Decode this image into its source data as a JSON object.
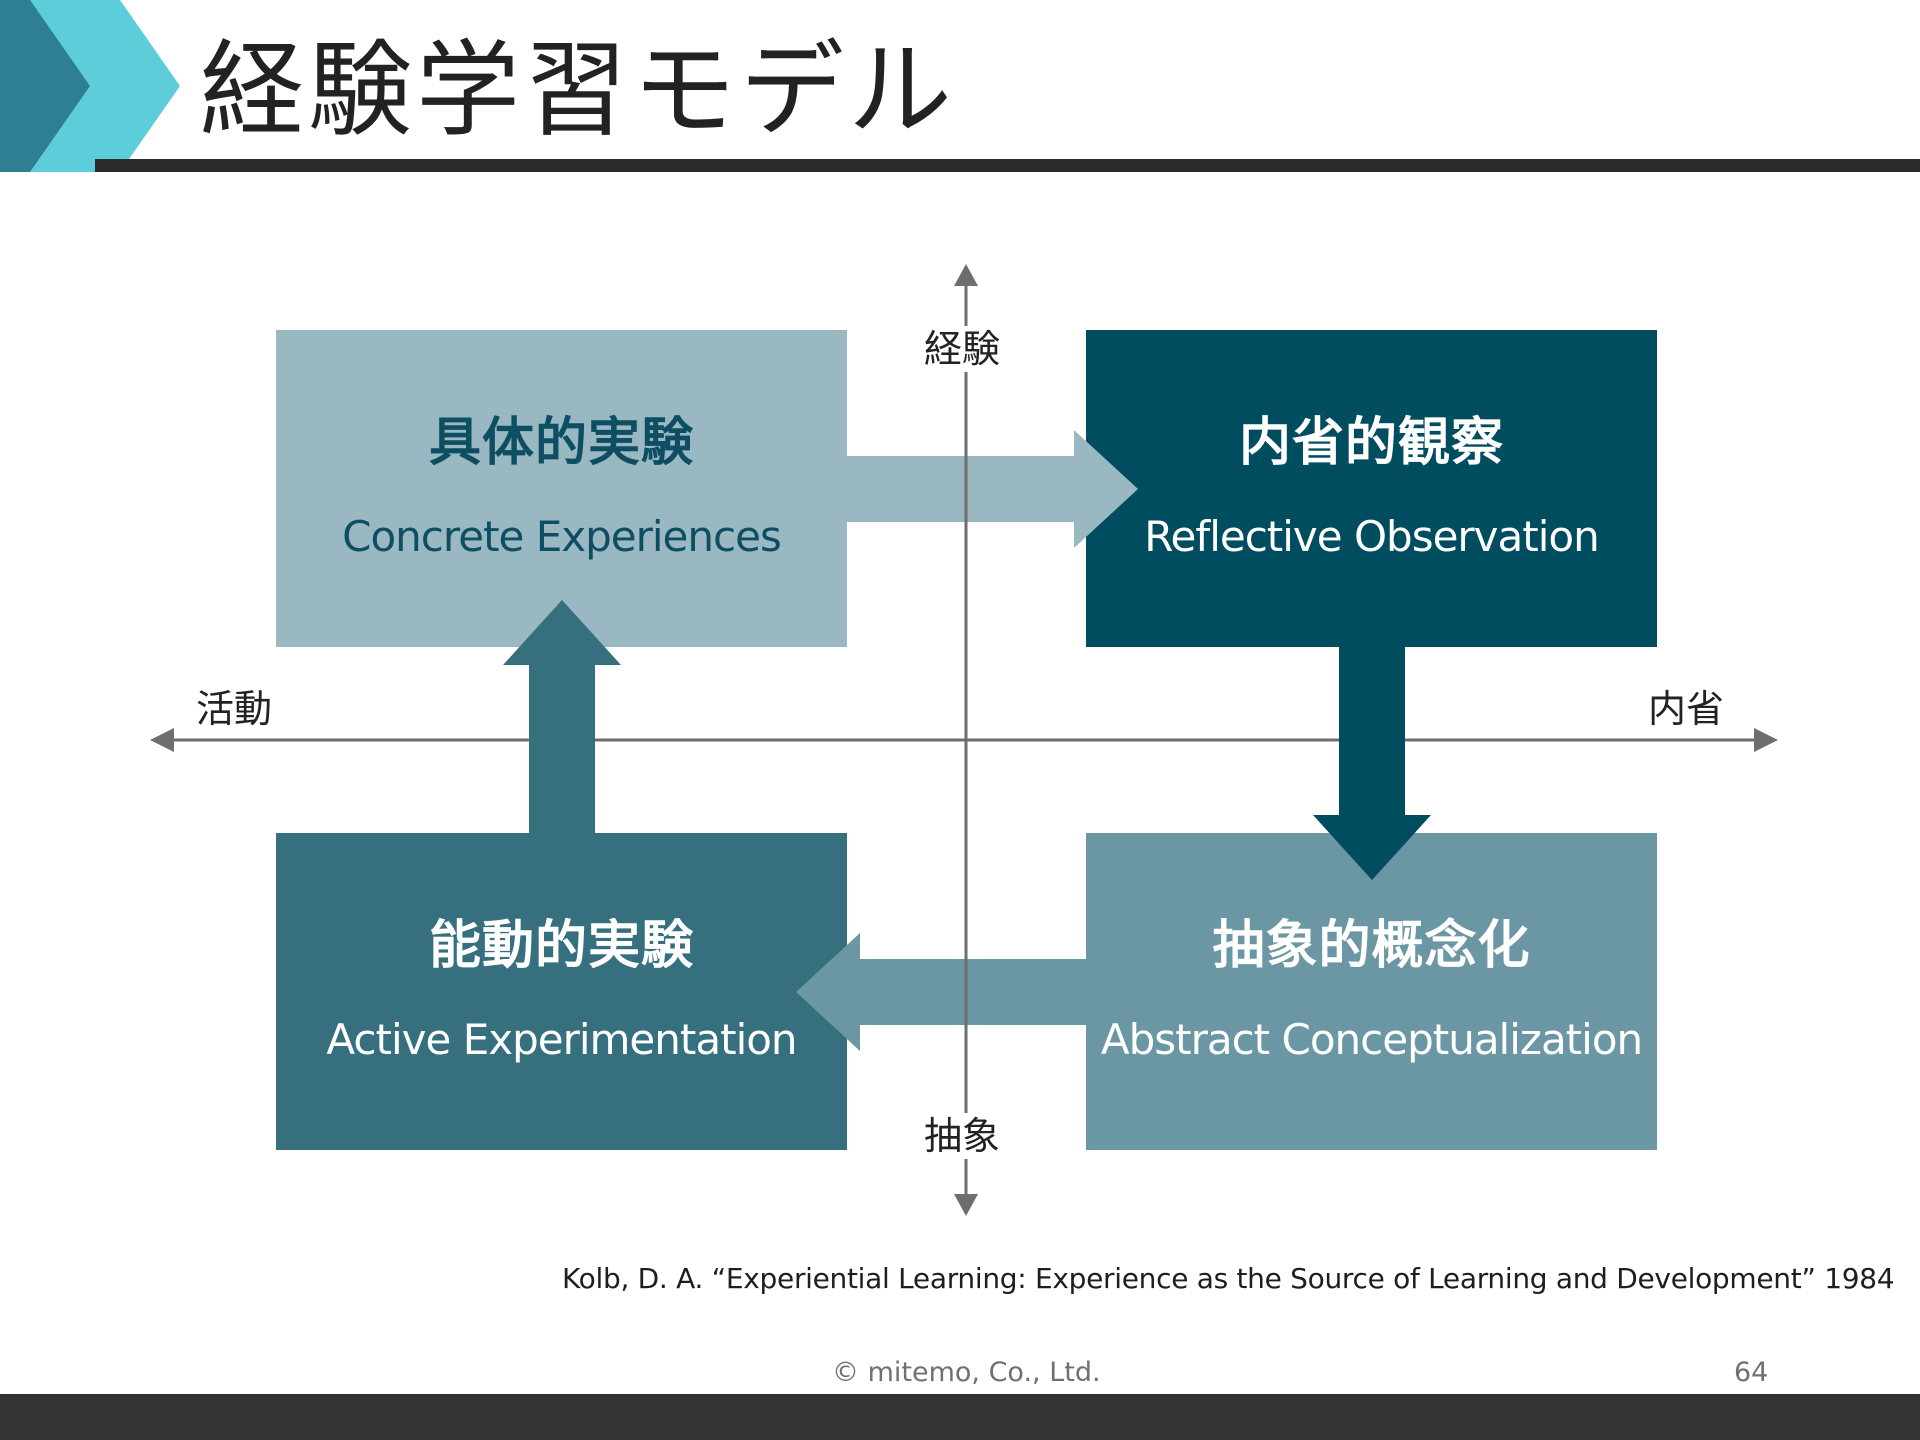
{
  "slide": {
    "title": "経験学習モデル",
    "colors": {
      "chevron_dark": "#2f7f93",
      "chevron_light": "#5ccdd9",
      "rule": "#2b2b2b"
    }
  },
  "diagram": {
    "axes": {
      "top": "経験",
      "bottom": "抽象",
      "left": "活動",
      "right": "内省"
    },
    "quadrants": {
      "concrete_experiences": {
        "jp": "具体的実験",
        "en": "Concrete Experiences",
        "color": "#9ab8c1"
      },
      "reflective_observation": {
        "jp": "内省的観察",
        "en": "Reflective Observation",
        "color": "#004d60"
      },
      "abstract_conceptualization": {
        "jp": "抽象的概念化",
        "en": "Abstract Conceptualization",
        "color": "#6a97a3"
      },
      "active_experimentation": {
        "jp": "能動的実験",
        "en": "Active Experimentation",
        "color": "#36707f"
      }
    }
  },
  "citation": "Kolb, D. A. “Experiential Learning: Experience as the Source of Learning and Development” 1984",
  "footer": {
    "copyright": "© mitemo, Co., Ltd.",
    "page_number": "64"
  }
}
